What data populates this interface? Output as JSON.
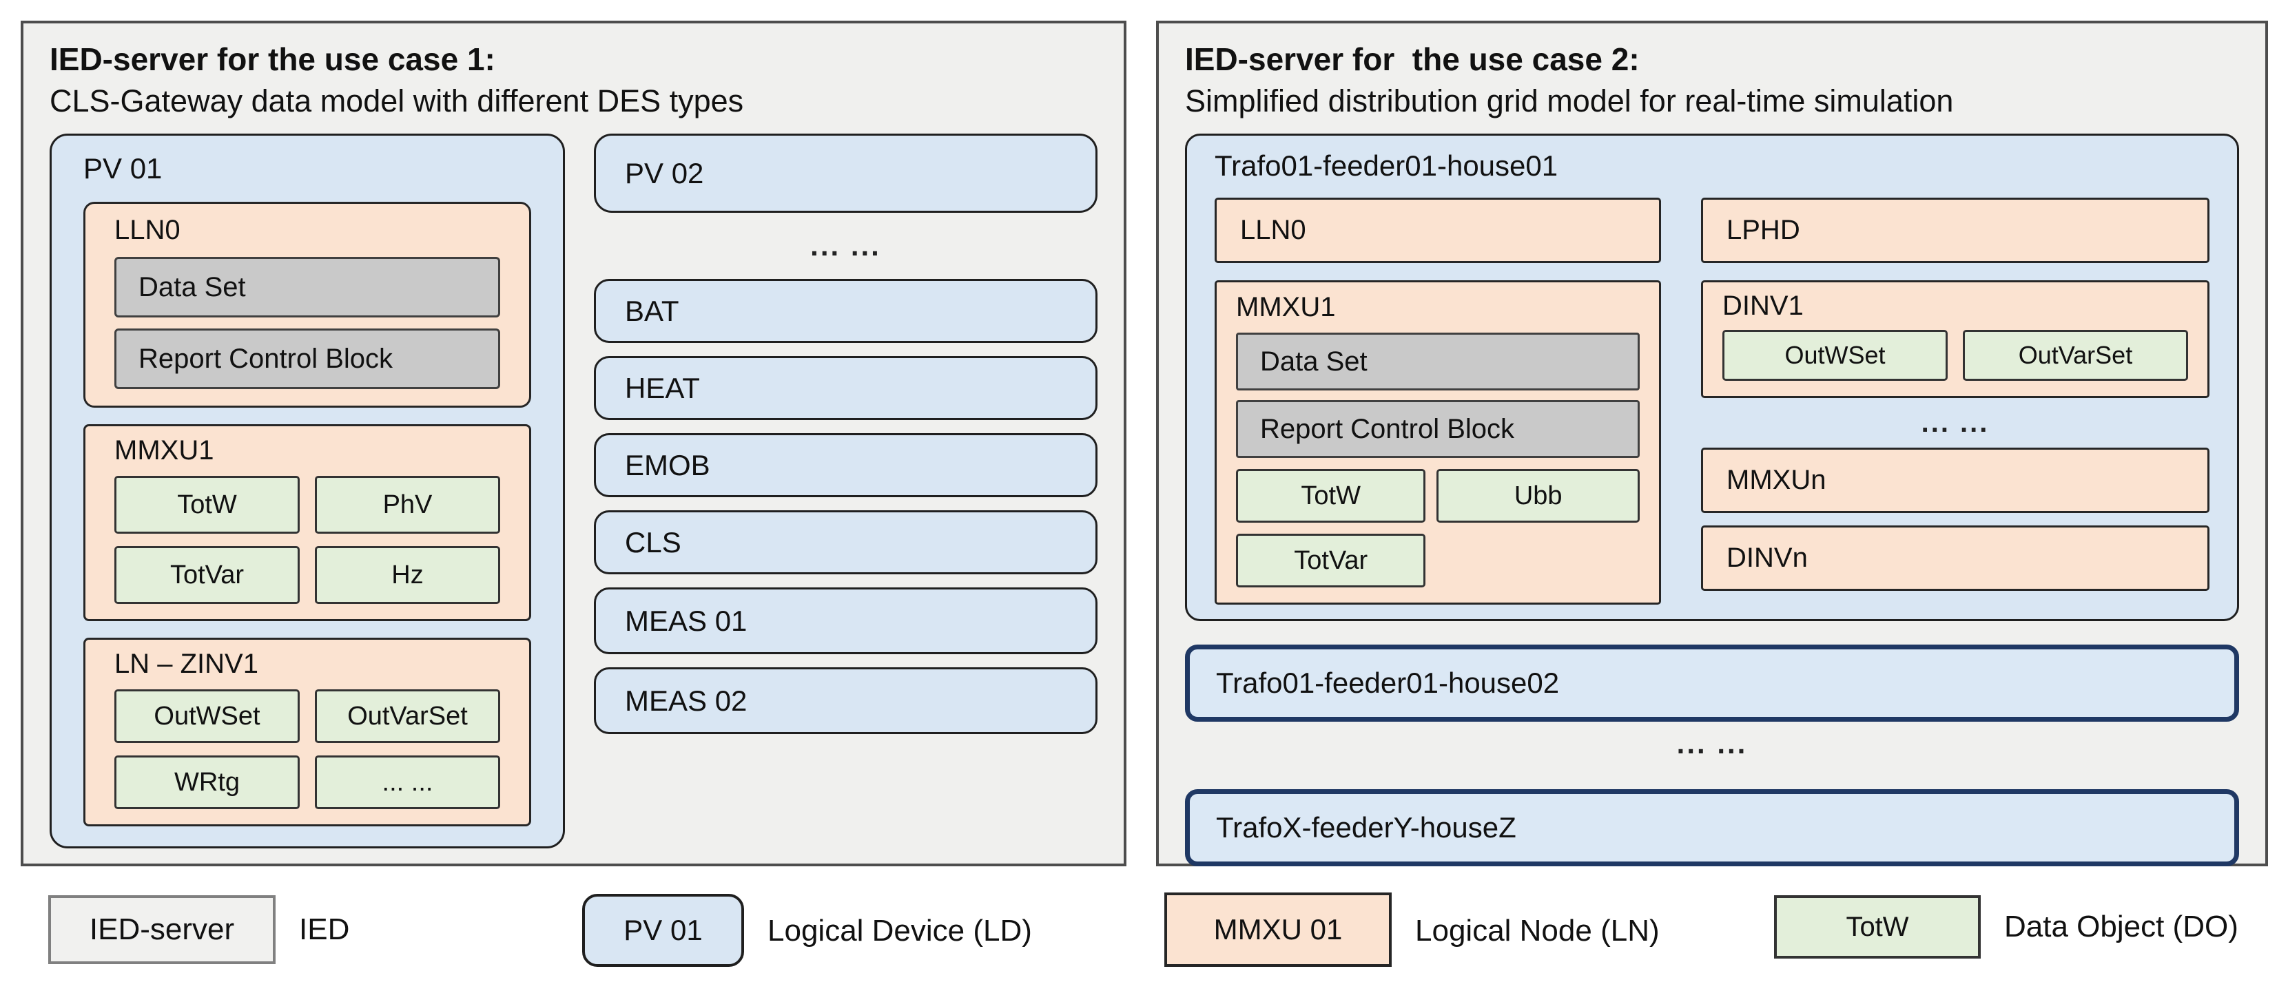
{
  "colors": {
    "page_bg": "#ffffff",
    "panel_fill": "#f0f0ee",
    "panel_border": "#4d4d4d",
    "ld_fill": "#d9e6f3",
    "ld_border": "#1f1f1f",
    "ln_fill": "#fbe3d1",
    "ln_border": "#262626",
    "do_fill": "#e3efda",
    "do_border": "#333333",
    "block_fill": "#c9c9c9",
    "block_border": "#404040",
    "house_fill": "#dbe8f5",
    "house_border": "#1f3864",
    "ied_fill": "#f1f1ef",
    "ied_border": "#808080",
    "text": "#111111"
  },
  "left_panel": {
    "title": "IED-server for the use case 1:",
    "subtitle": "CLS-Gateway data model with different DES types",
    "pv01": {
      "label": "PV 01",
      "lln0": {
        "label": "LLN0",
        "blocks": [
          "Data Set",
          "Report Control Block"
        ]
      },
      "mmxu1": {
        "label": "MMXU1",
        "dos": [
          "TotW",
          "PhV",
          "TotVar",
          "Hz"
        ]
      },
      "zinv1": {
        "label": "LN – ZINV1",
        "dos": [
          "OutWSet",
          "OutVarSet",
          "WRtg",
          "... ..."
        ]
      }
    },
    "ld_column": {
      "top": "PV 02",
      "dots": "... ...",
      "items": [
        "BAT",
        "HEAT",
        "EMOB",
        "CLS",
        "MEAS 01",
        "MEAS 02"
      ]
    }
  },
  "right_panel": {
    "title": "IED-server for  the use case 2:",
    "subtitle": "Simplified distribution grid model for real-time simulation",
    "house01": {
      "label": "Trafo01-feeder01-house01",
      "lln0": "LLN0",
      "mmxu1": {
        "label": "MMXU1",
        "blocks": [
          "Data Set",
          "Report Control Block"
        ],
        "dos": [
          "TotW",
          "Ubb",
          "TotVar"
        ]
      },
      "lphd": "LPHD",
      "dinv1": {
        "label": "DINV1",
        "dos": [
          "OutWSet",
          "OutVarSet"
        ]
      },
      "dots": "... ...",
      "mmxun": "MMXUn",
      "dinvn": "DINVn"
    },
    "house02": "Trafo01-feeder01-house02",
    "dots": "... ...",
    "housez": "TrafoX-feederY-houseZ"
  },
  "legend": {
    "items": [
      {
        "swatch": "IED-server",
        "label": "IED"
      },
      {
        "swatch": "PV 01",
        "label": "Logical Device (LD)"
      },
      {
        "swatch": "MMXU 01",
        "label": "Logical Node (LN)"
      },
      {
        "swatch": "TotW",
        "label": "Data Object (DO)"
      }
    ]
  }
}
